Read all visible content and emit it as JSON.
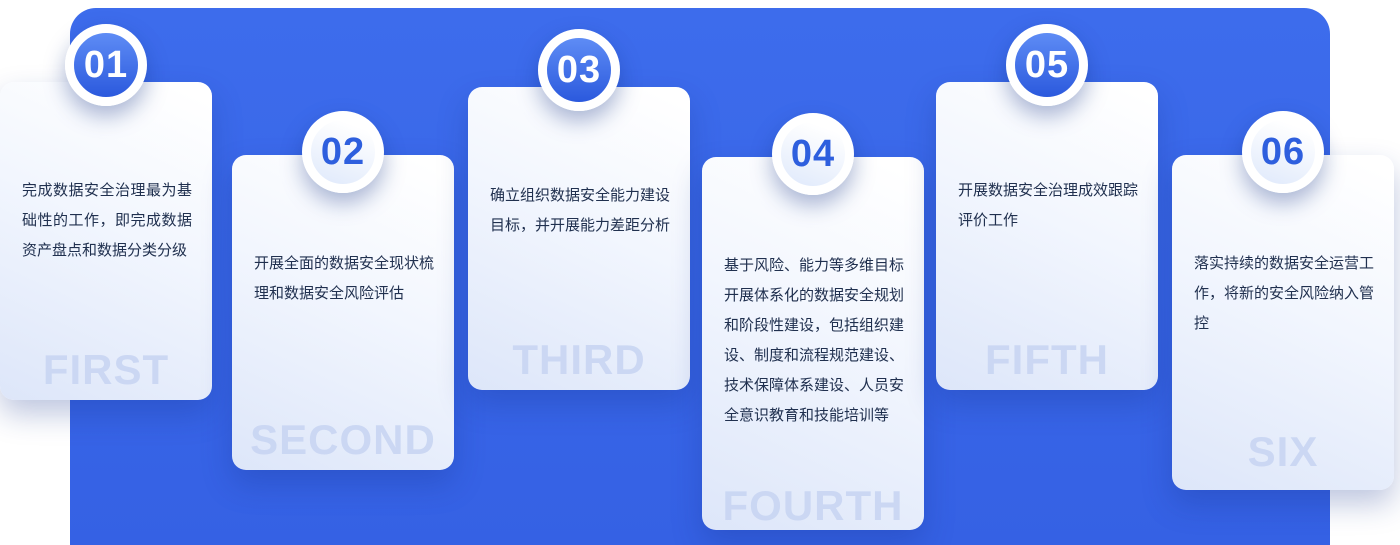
{
  "colors": {
    "panel_blue": "#3763e6",
    "badge_blue_top": "#5e8cf5",
    "badge_blue_bottom": "#2b59dd",
    "number_blue": "#2e5fde",
    "card_gradient_light": "#ffffff",
    "card_gradient_dark": "#dde6f9",
    "text_dark": "#20304f",
    "watermark": "#c7d4f2"
  },
  "cards": [
    {
      "number": "01",
      "text": "完成数据安全治理最为基础性的工作，即完成数据资产盘点和数据分类分级",
      "watermark": "FIRST"
    },
    {
      "number": "02",
      "text": "开展全面的数据安全现状梳理和数据安全风险评估",
      "watermark": "SECOND"
    },
    {
      "number": "03",
      "text": "确立组织数据安全能力建设目标，并开展能力差距分析",
      "watermark": "THIRD"
    },
    {
      "number": "04",
      "text": "基于风险、能力等多维目标开展体系化的数据安全规划和阶段性建设，包括组织建设、制度和流程规范建设、技术保障体系建设、人员安全意识教育和技能培训等",
      "watermark": "FOURTH"
    },
    {
      "number": "05",
      "text": "开展数据安全治理成效跟踪评价工作",
      "watermark": "FIFTH"
    },
    {
      "number": "06",
      "text": "落实持续的数据安全运营工作，将新的安全风险纳入管控",
      "watermark": "SIX"
    }
  ]
}
